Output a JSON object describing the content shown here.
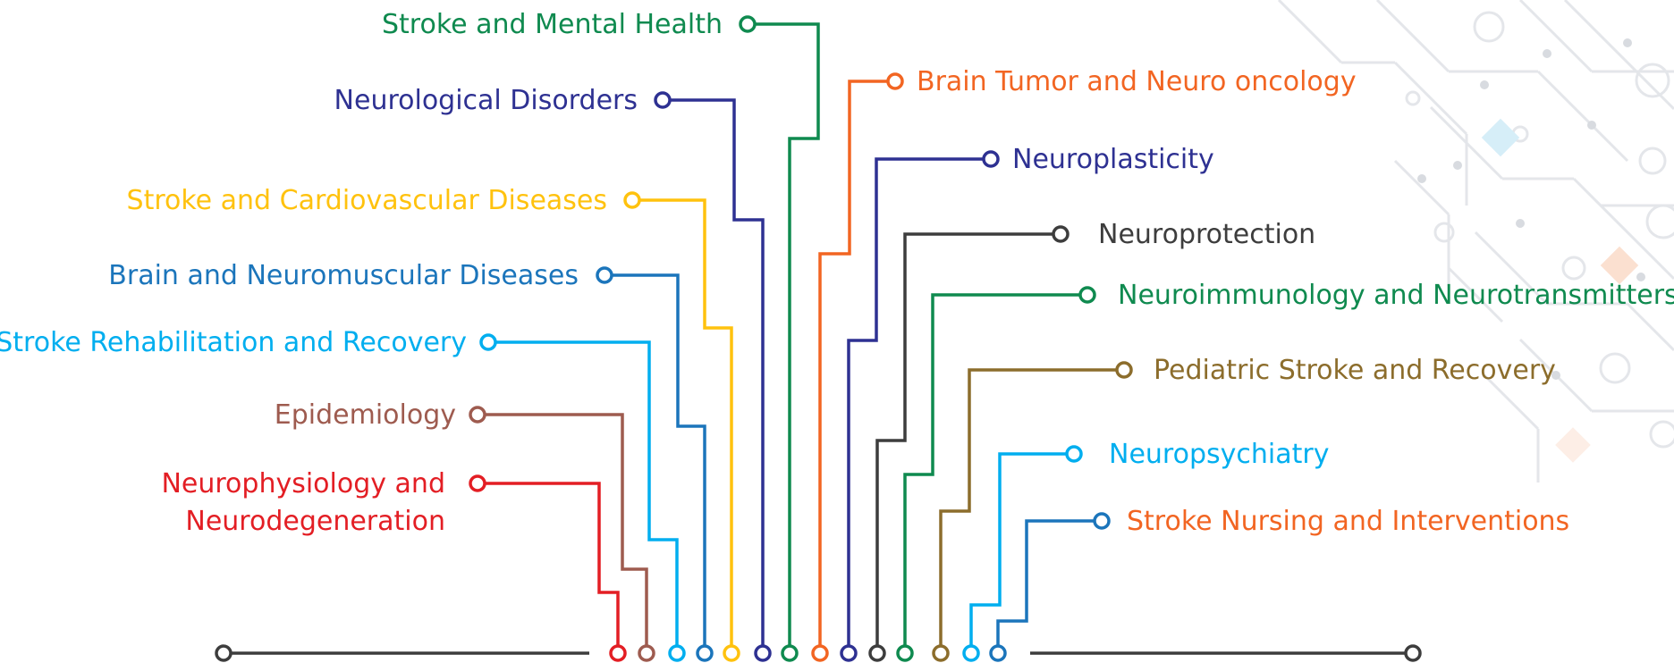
{
  "topics": [
    {
      "id": "stroke-mental-health",
      "label": "Stroke and Mental Health",
      "color": "#0f8a4f",
      "side": "left"
    },
    {
      "id": "neurological-disorders",
      "label": "Neurological Disorders",
      "color": "#2e3192",
      "side": "left"
    },
    {
      "id": "stroke-cardiovascular",
      "label": "Stroke and Cardiovascular Diseases",
      "color": "#ffc20e",
      "side": "left"
    },
    {
      "id": "brain-neuromuscular",
      "label": "Brain and Neuromuscular Diseases",
      "color": "#1b75bb",
      "side": "left"
    },
    {
      "id": "stroke-rehabilitation",
      "label": "Stroke Rehabilitation and Recovery",
      "color": "#00aeef",
      "side": "left"
    },
    {
      "id": "epidemiology",
      "label": "Epidemiology",
      "color": "#9e5b4f",
      "side": "left"
    },
    {
      "id": "neurophysiology",
      "label": "Neurophysiology and",
      "label2": "Neurodegeneration",
      "color": "#e31e24",
      "side": "left"
    },
    {
      "id": "brain-tumor",
      "label": "Brain Tumor and Neuro oncology",
      "color": "#f26522",
      "side": "right"
    },
    {
      "id": "neuroplasticity",
      "label": "Neuroplasticity",
      "color": "#2e3192",
      "side": "right"
    },
    {
      "id": "neuroprotection",
      "label": "Neuroprotection",
      "color": "#3d3d3d",
      "side": "right"
    },
    {
      "id": "neuroimmunology",
      "label": "Neuroimmunology and Neurotransmitters",
      "color": "#0f8a4f",
      "side": "right"
    },
    {
      "id": "pediatric-stroke",
      "label": "Pediatric Stroke and Recovery",
      "color": "#8c6d2c",
      "side": "right"
    },
    {
      "id": "neuropsychiatry",
      "label": "Neuropsychiatry",
      "color": "#00aeef",
      "side": "right"
    },
    {
      "id": "stroke-nursing",
      "label": "Stroke Nursing and Interventions",
      "color": "#f26522",
      "lineColor": "#1b75bb",
      "side": "right"
    }
  ],
  "baseline_color": "#3d3d3d"
}
